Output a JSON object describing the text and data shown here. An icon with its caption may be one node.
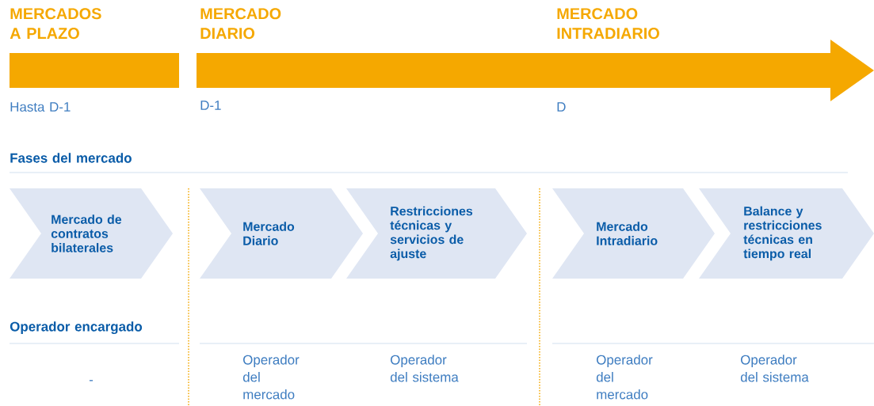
{
  "diagram": {
    "nodes": [
      {
        "text": [
          "Mercado de contratos bilaterales"
        ]
      },
      {
        "text": [
          "Mercado Diario"
        ]
      },
      {
        "text": [
          "Restricciones técnicas y servicios de ajuste"
        ]
      },
      {
        "text": [
          "Mercado Intradiario"
        ]
      },
      {
        "text": [
          "Balance y restricciones técnicas en tiempo real"
        ]
      }
    ],
    "edges": [],
    "labels": [
      "MERCADOS A PLAZO",
      "MERCADO DIARIO",
      "MERCADO INTRADIARIO",
      "Hasta D-1",
      "D-1",
      "D",
      "Fases del mercado",
      "Operador encargado",
      "-",
      "Operador del mercado",
      "Operador del sistema",
      "Operador del mercado",
      "Operador del sistema"
    ]
  }
}
